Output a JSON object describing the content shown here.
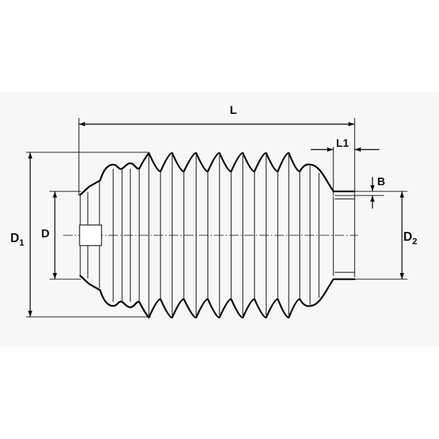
{
  "labels": {
    "L": "L",
    "L1": "L1",
    "B": "B",
    "D": "D",
    "D1_main": "D",
    "D1_sub": "1",
    "D2_main": "D",
    "D2_sub": "2"
  }
}
